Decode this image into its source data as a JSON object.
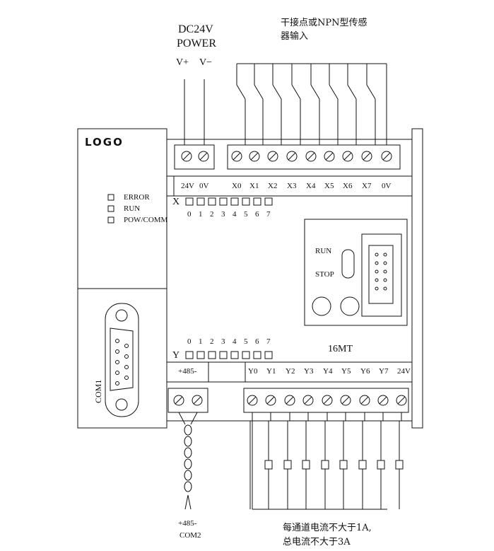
{
  "power": {
    "title_line1": "DC24V",
    "title_line2": "POWER",
    "v_plus": "V+",
    "v_minus": "V−"
  },
  "input_note": {
    "line1": "干接点或NPN型传感",
    "line2": "器输入"
  },
  "output_note": {
    "line1": "每通道电流不大于1A,",
    "line2": "总电流不大于3A"
  },
  "logo": "LOGO",
  "indicators": [
    {
      "label": "ERROR"
    },
    {
      "label": "RUN"
    },
    {
      "label": "POW/COMM"
    }
  ],
  "com1_label": "COM1",
  "com2": {
    "line1": "+485-",
    "line2": "COM2"
  },
  "top_terminals": {
    "power_labels": [
      "24V",
      "0V"
    ],
    "input_labels": [
      "X0",
      "X1",
      "X2",
      "X3",
      "X4",
      "X5",
      "X6",
      "X7",
      "0V"
    ]
  },
  "x_leds": {
    "prefix": "X",
    "numbers": [
      "0",
      "1",
      "2",
      "3",
      "4",
      "5",
      "6",
      "7"
    ]
  },
  "y_leds": {
    "prefix": "Y",
    "numbers": [
      "0",
      "1",
      "2",
      "3",
      "4",
      "5",
      "6",
      "7"
    ]
  },
  "switch_panel": {
    "run": "RUN",
    "stop": "STOP"
  },
  "model": "16MT",
  "bottom_terminals": {
    "rs485_label": "+485-",
    "output_labels": [
      "Y0",
      "Y1",
      "Y2",
      "Y3",
      "Y4",
      "Y5",
      "Y6",
      "Y7",
      "24V"
    ]
  }
}
